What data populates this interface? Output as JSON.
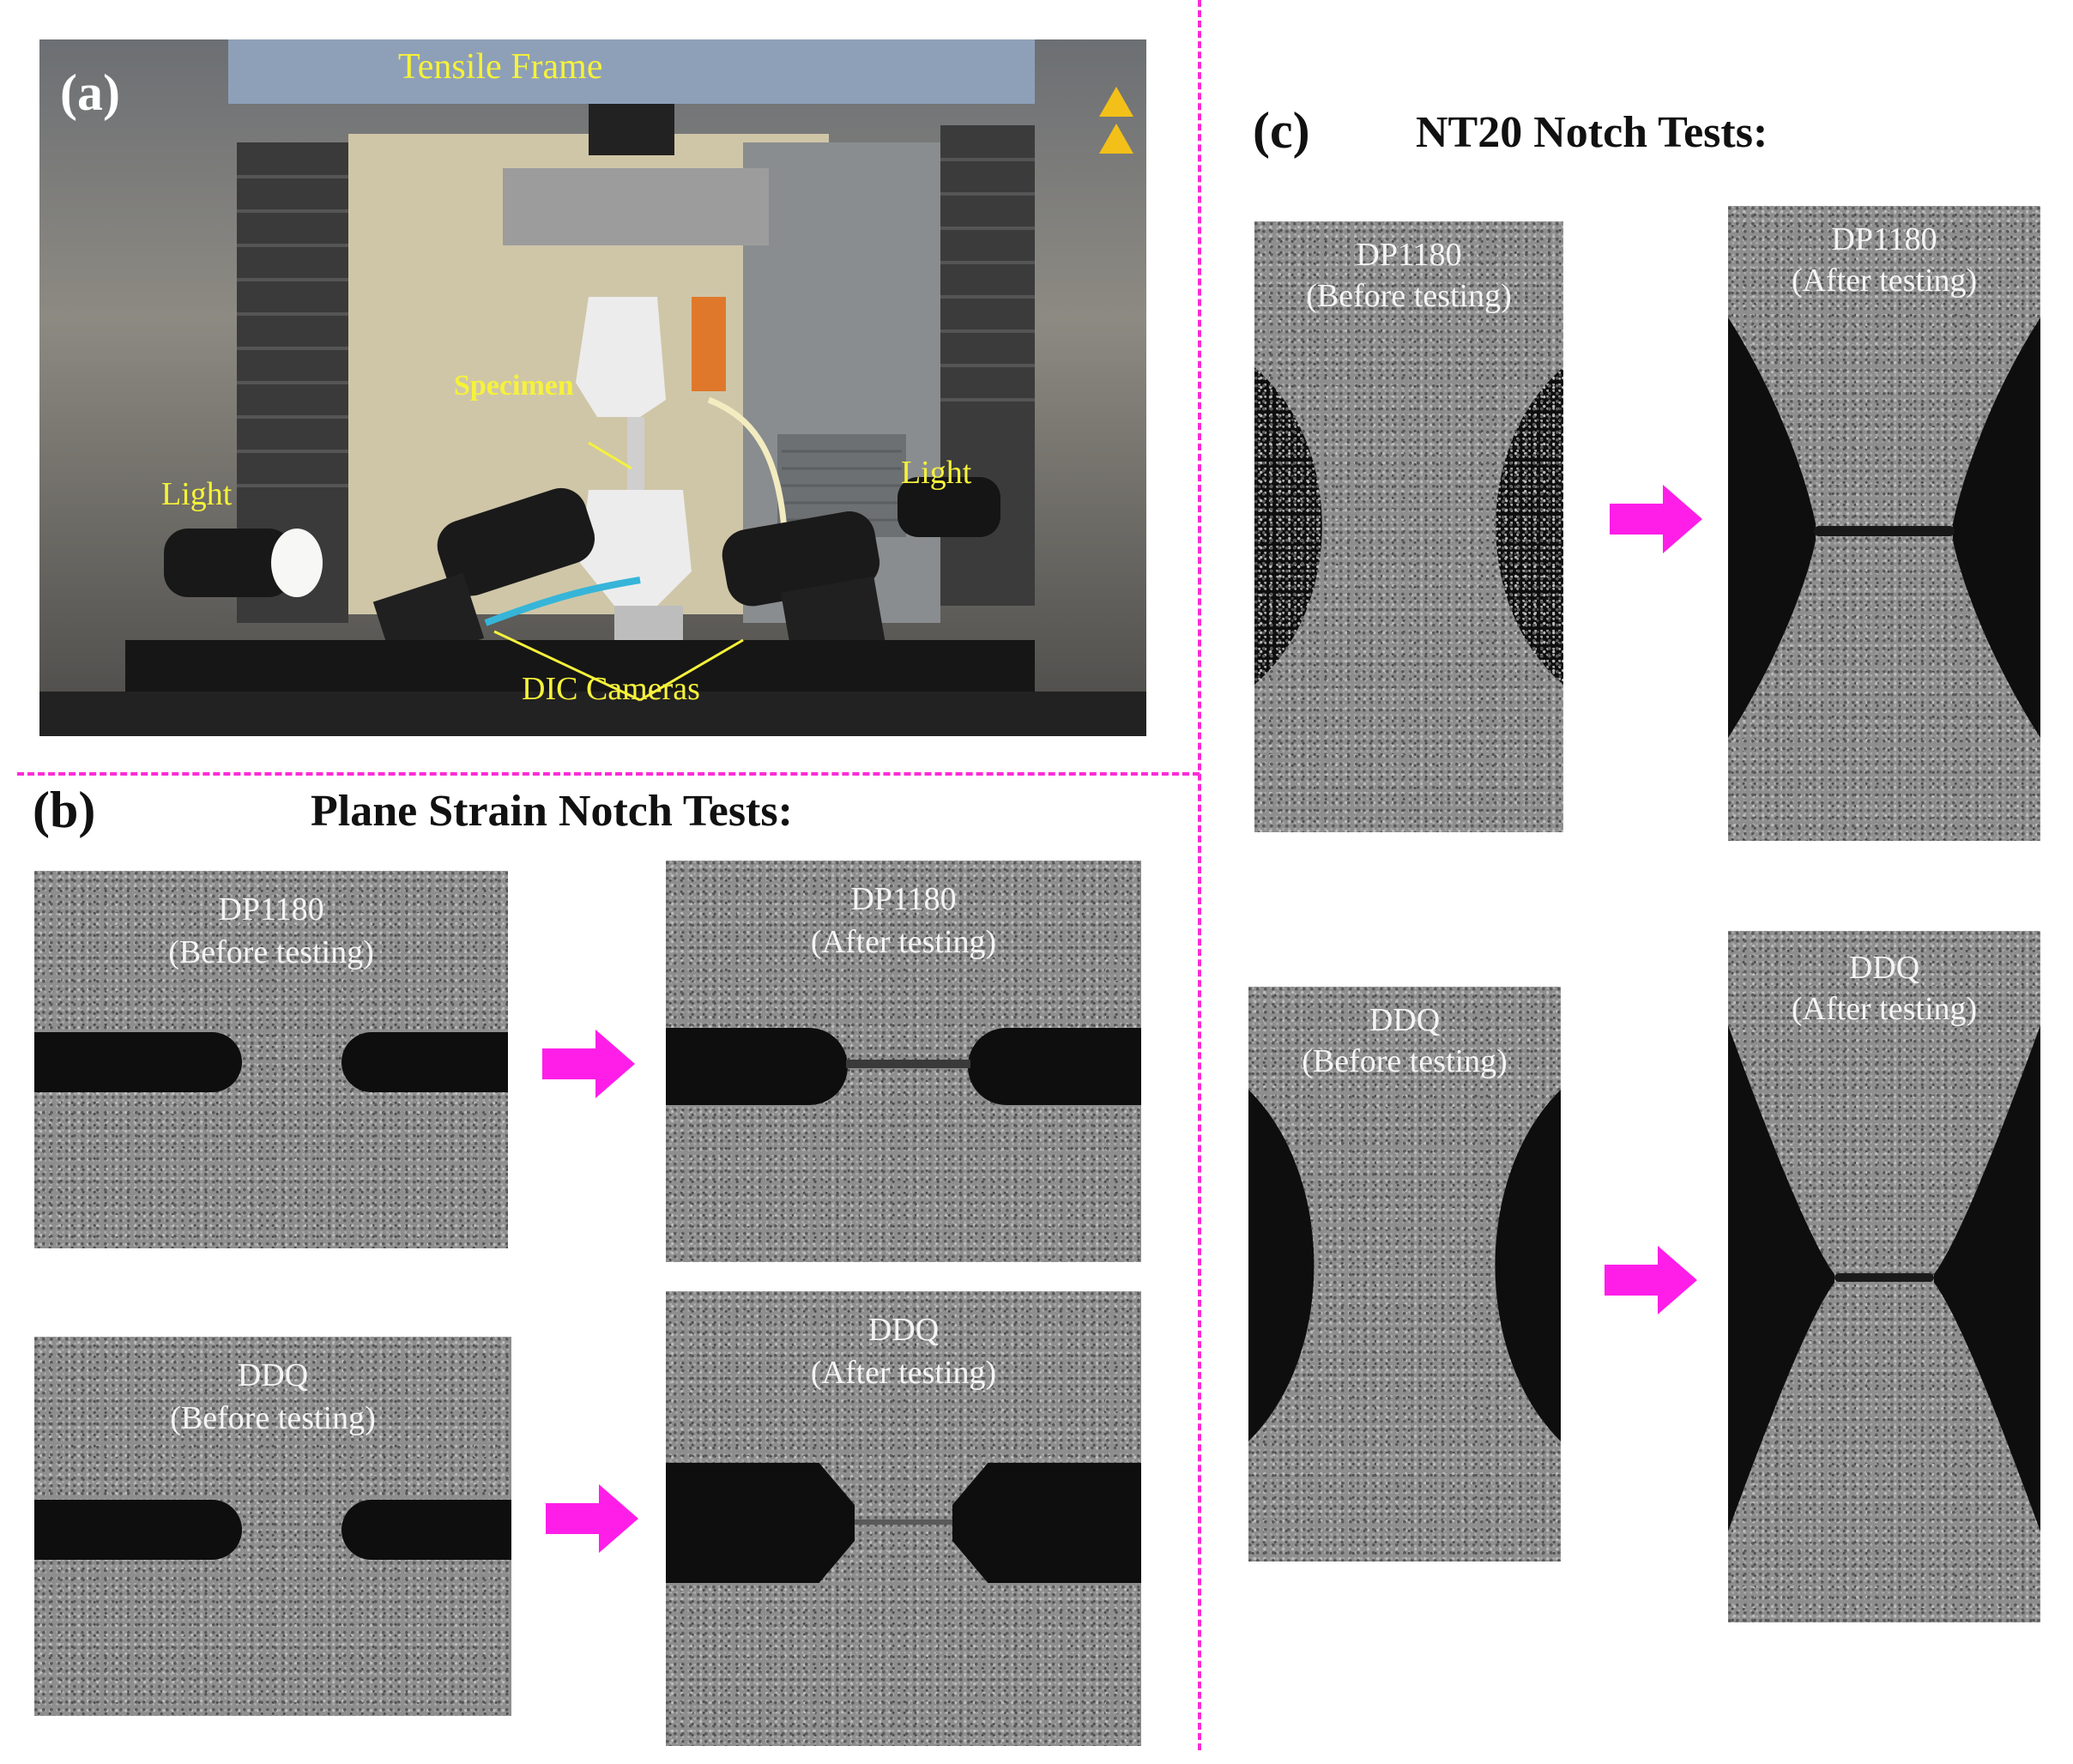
{
  "panel_a": {
    "letter": "(a)",
    "labels": {
      "frame": "Tensile Frame",
      "specimen": "Specimen",
      "light_left": "Light",
      "light_right": "Light",
      "cameras": "DIC Cameras"
    }
  },
  "panel_b": {
    "letter": "(b)",
    "title": "Plane Strain Notch Tests:",
    "specimens": [
      {
        "material": "DP1180",
        "state": "(Before testing)"
      },
      {
        "material": "DP1180",
        "state": "(After testing)"
      },
      {
        "material": "DDQ",
        "state": "(Before testing)"
      },
      {
        "material": "DDQ",
        "state": "(After testing)"
      }
    ]
  },
  "panel_c": {
    "letter": "(c)",
    "title": "NT20 Notch Tests:",
    "specimens": [
      {
        "material": "DP1180",
        "state": "(Before testing)"
      },
      {
        "material": "DP1180",
        "state": "(After testing)"
      },
      {
        "material": "DDQ",
        "state": "(Before testing)"
      },
      {
        "material": "DDQ",
        "state": "(After testing)"
      }
    ]
  },
  "colors": {
    "divider": "#ff2bd6",
    "arrow": "#ff1ee8",
    "annotation": "#f6f23a"
  }
}
